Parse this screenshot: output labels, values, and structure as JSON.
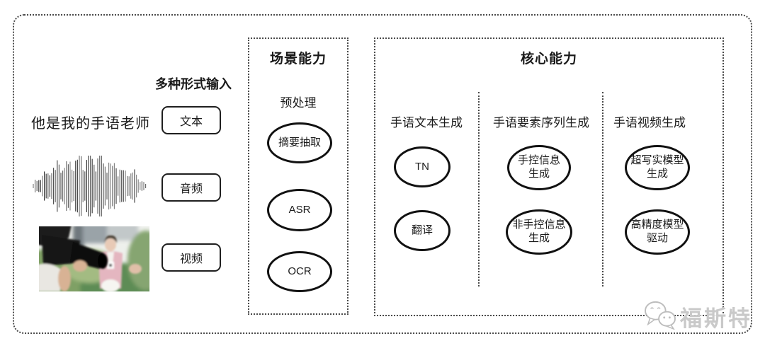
{
  "colors": {
    "ink": "#1a1a1a",
    "dotted_border": "#4a4a4a",
    "watermark_gray": "#c9c9c9"
  },
  "input_section": {
    "title": "多种形式输入",
    "sample_text": "他是我的手语老师",
    "buttons": [
      "文本",
      "音频",
      "视频"
    ],
    "media": [
      "audio-waveform",
      "reporter-photo"
    ]
  },
  "scene_box": {
    "title": "场景能力",
    "stage_label": "预处理",
    "nodes": [
      "摘要抽取",
      "ASR",
      "OCR"
    ]
  },
  "core_box": {
    "title": "核心能力",
    "columns": [
      {
        "header": "手语文本生成",
        "nodes": [
          "TN",
          "翻译"
        ]
      },
      {
        "header": "手语要素序列生成",
        "nodes": [
          "手控信息\n生成",
          "非手控信息\n生成"
        ]
      },
      {
        "header": "手语视频生成",
        "nodes": [
          "超写实模型\n生成",
          "高精度模型\n驱动"
        ]
      }
    ]
  },
  "watermark": {
    "label": "福斯特",
    "icon": "wechat-icon"
  }
}
